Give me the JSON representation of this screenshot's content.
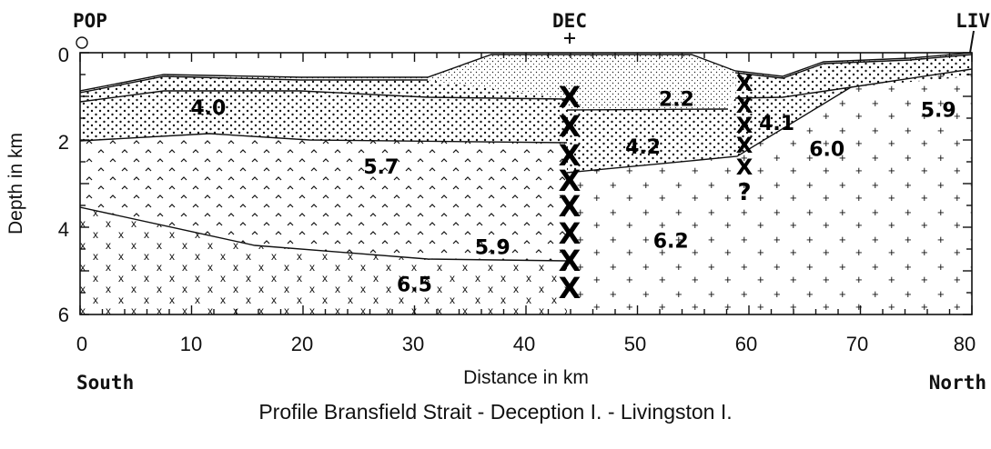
{
  "figure": {
    "title": "Profile Bransfield Strait - Deception I. - Livingston I.",
    "y_axis_label": "Depth in km",
    "x_axis_label": "Distance in km",
    "direction_left": "South",
    "direction_right": "North",
    "stations": [
      {
        "name": "POP",
        "km": 0
      },
      {
        "name": "DEC",
        "km": 44
      },
      {
        "name": "LIV",
        "km": 80
      }
    ],
    "x_ticks": [
      0,
      10,
      20,
      30,
      40,
      50,
      60,
      70,
      80
    ],
    "y_ticks": [
      0,
      2,
      4,
      6
    ],
    "x_range": [
      0,
      80
    ],
    "y_range": [
      0,
      6
    ],
    "velocities": [
      {
        "label": "4.0",
        "km": 11.5,
        "depth": 1.25
      },
      {
        "label": "2.2",
        "km": 53.5,
        "depth": 1.05
      },
      {
        "label": "4.1",
        "km": 62.5,
        "depth": 1.6
      },
      {
        "label": "5.9",
        "km": 77,
        "depth": 1.3
      },
      {
        "label": "5.7",
        "km": 27,
        "depth": 2.6
      },
      {
        "label": "4.2",
        "km": 50.5,
        "depth": 2.15
      },
      {
        "label": "6.0",
        "km": 67,
        "depth": 2.2
      },
      {
        "label": "5.9",
        "km": 37,
        "depth": 4.45
      },
      {
        "label": "6.2",
        "km": 53,
        "depth": 4.3
      },
      {
        "label": "6.5",
        "km": 30,
        "depth": 5.3
      }
    ],
    "question_mark": "?"
  }
}
